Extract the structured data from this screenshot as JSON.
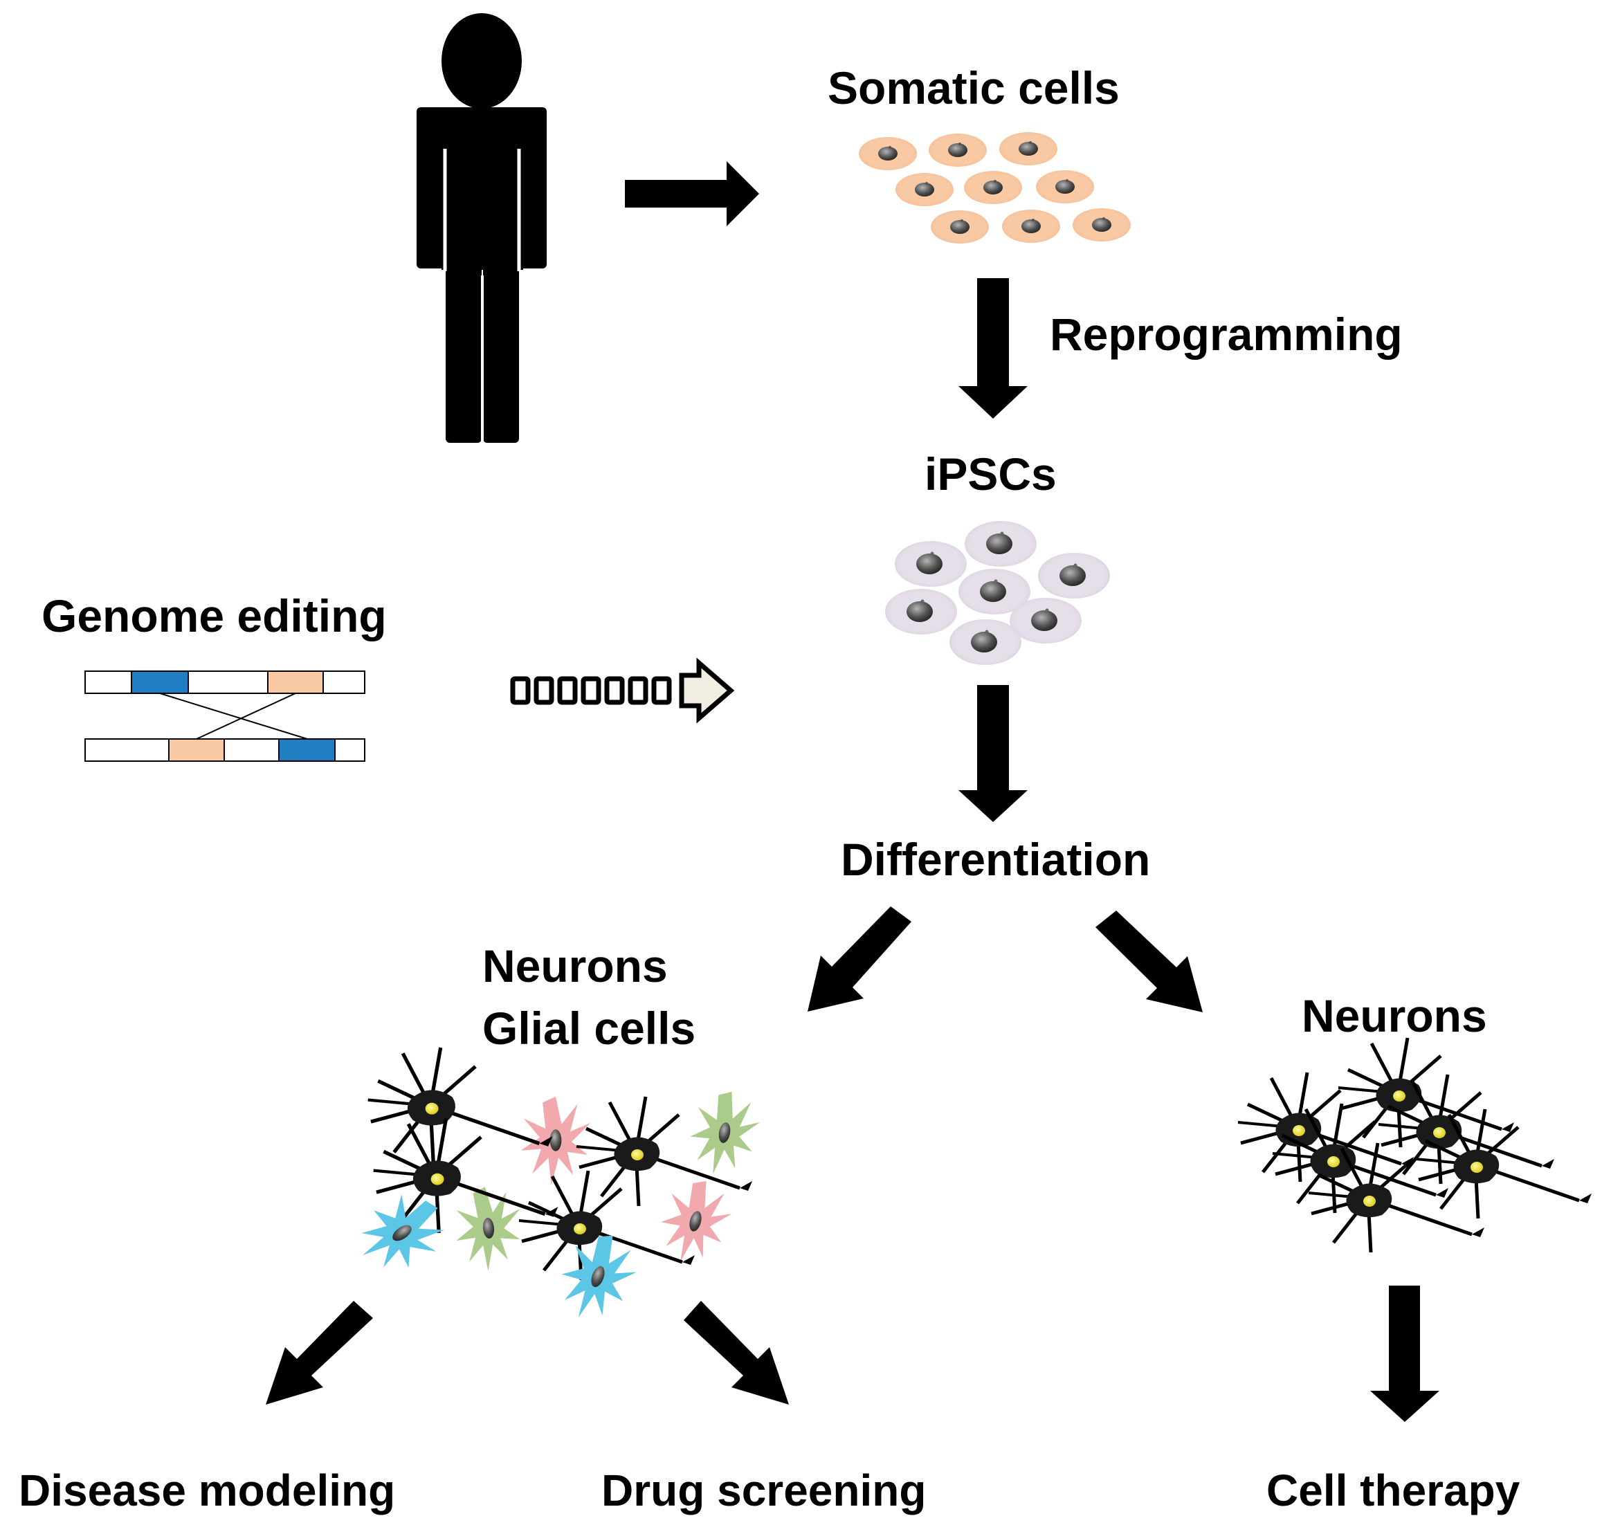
{
  "labels": {
    "somatic_cells": "Somatic cells",
    "reprogramming": "Reprogramming",
    "ipscs": "iPSCs",
    "genome_editing": "Genome editing",
    "differentiation": "Differentiation",
    "neurons_glial_line1": "Neurons",
    "neurons_glial_line2": "Glial cells",
    "neurons": "Neurons",
    "disease_modeling": "Disease modeling",
    "drug_screening": "Drug screening",
    "cell_therapy": "Cell therapy"
  },
  "colors": {
    "somatic_cell_fill": "#f8c9a3",
    "ipsc_fill": "#e3dbe7",
    "genome_blue": "#1f7fc2",
    "genome_orange": "#f8c9a3",
    "glia_pink": "#f2a9ae",
    "glia_green": "#aacb89",
    "glia_cyan": "#5cc6e6",
    "neuron_body": "#1a1a1a",
    "neuron_nucleus": "#f2e81a",
    "arrow": "#000000"
  },
  "icons": {
    "person": "person-silhouette-icon",
    "somatic": "somatic-cell-icon",
    "ipsc": "ipsc-cell-icon",
    "neuron": "neuron-icon",
    "glia": "glial-cell-icon",
    "dotted_arrow": "dotted-arrow-icon"
  }
}
